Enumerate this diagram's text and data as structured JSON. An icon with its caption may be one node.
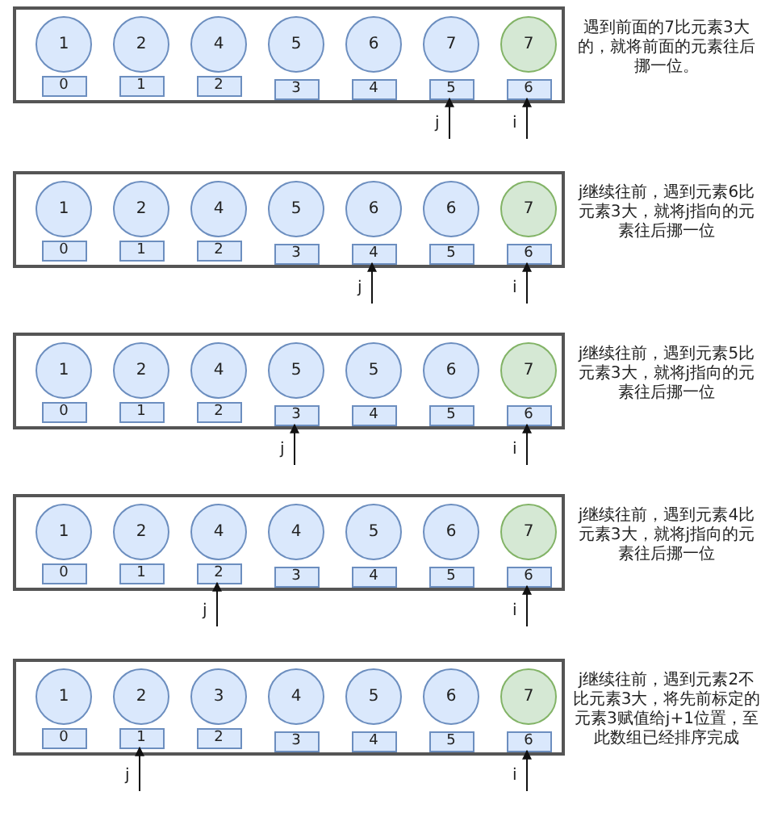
{
  "diagram": {
    "nodes": [
      {
        "text": [],
        "shape": "box",
        "beside": [
          "遇到前面的7比元素3大的，就将前面的元素往后挪一位。"
        ]
      },
      {
        "text": [
          "1"
        ],
        "in": 0
      },
      {
        "text": [
          "2"
        ],
        "in": 0
      },
      {
        "text": [
          "4"
        ],
        "in": 0
      },
      {
        "text": [
          "5"
        ],
        "in": 0
      },
      {
        "text": [
          "6"
        ],
        "in": 0
      },
      {
        "text": [
          "7"
        ],
        "in": 0
      },
      {
        "text": [
          "7"
        ],
        "in": 0
      },
      {
        "text": [
          "0"
        ],
        "in": 0
      },
      {
        "text": [
          "1"
        ],
        "in": 0
      },
      {
        "text": [
          "2"
        ],
        "in": 0
      },
      {
        "text": [
          "3"
        ],
        "in": 0
      },
      {
        "text": [
          "4"
        ],
        "in": 0
      },
      {
        "text": [
          "5"
        ],
        "in": 0
      },
      {
        "text": [
          "6"
        ],
        "in": 0
      },
      {
        "text": [],
        "shape": "box",
        "beside": [
          "j继续往前，遇到元素6比元素3大，就将j指向的元素往后挪一位"
        ]
      },
      {
        "text": [
          "1"
        ],
        "in": 15
      },
      {
        "text": [
          "2"
        ],
        "in": 15
      },
      {
        "text": [
          "4"
        ],
        "in": 15
      },
      {
        "text": [
          "5"
        ],
        "in": 15
      },
      {
        "text": [
          "6"
        ],
        "in": 15
      },
      {
        "text": [
          "6"
        ],
        "in": 15
      },
      {
        "text": [
          "7"
        ],
        "in": 15
      },
      {
        "text": [
          "0"
        ],
        "in": 15
      },
      {
        "text": [
          "1"
        ],
        "in": 15
      },
      {
        "text": [
          "2"
        ],
        "in": 15
      },
      {
        "text": [
          "3"
        ],
        "in": 15
      },
      {
        "text": [
          "4"
        ],
        "in": 15
      },
      {
        "text": [
          "5"
        ],
        "in": 15
      },
      {
        "text": [
          "6"
        ],
        "in": 15
      },
      {
        "text": [],
        "shape": "box",
        "beside": [
          "j继续往前，遇到元素5比元素3大，就将j指向的元素往后挪一位"
        ]
      },
      {
        "text": [
          "1"
        ],
        "in": 30
      },
      {
        "text": [
          "2"
        ],
        "in": 30
      },
      {
        "text": [
          "4"
        ],
        "in": 30
      },
      {
        "text": [
          "5"
        ],
        "in": 30
      },
      {
        "text": [
          "5"
        ],
        "in": 30
      },
      {
        "text": [
          "6"
        ],
        "in": 30
      },
      {
        "text": [
          "7"
        ],
        "in": 30
      },
      {
        "text": [
          "0"
        ],
        "in": 30
      },
      {
        "text": [
          "1"
        ],
        "in": 30
      },
      {
        "text": [
          "2"
        ],
        "in": 30
      },
      {
        "text": [
          "3"
        ],
        "in": 30
      },
      {
        "text": [
          "4"
        ],
        "in": 30
      },
      {
        "text": [
          "5"
        ],
        "in": 30
      },
      {
        "text": [
          "6"
        ],
        "in": 30
      },
      {
        "text": [],
        "shape": "box",
        "beside": [
          "j继续往前，遇到元素4比元素3大，就将j指向的元素往后挪一位"
        ]
      },
      {
        "text": [
          "1"
        ],
        "in": 45
      },
      {
        "text": [
          "2"
        ],
        "in": 45
      },
      {
        "text": [
          "4"
        ],
        "in": 45
      },
      {
        "text": [
          "4"
        ],
        "in": 45
      },
      {
        "text": [
          "5"
        ],
        "in": 45
      },
      {
        "text": [
          "6"
        ],
        "in": 45
      },
      {
        "text": [
          "7"
        ],
        "in": 45
      },
      {
        "text": [
          "0"
        ],
        "in": 45
      },
      {
        "text": [
          "1"
        ],
        "in": 45
      },
      {
        "text": [
          "2"
        ],
        "in": 45
      },
      {
        "text": [
          "3"
        ],
        "in": 45
      },
      {
        "text": [
          "4"
        ],
        "in": 45
      },
      {
        "text": [
          "5"
        ],
        "in": 45
      },
      {
        "text": [
          "6"
        ],
        "in": 45
      },
      {
        "text": [],
        "shape": "box",
        "beside": [
          "j继续往前，遇到元素2不比元素3大，将先前标定的元素3赋值给j+1位置，至此数组已经排序完成"
        ]
      },
      {
        "text": [
          "1"
        ],
        "in": 60
      },
      {
        "text": [
          "2"
        ],
        "in": 60
      },
      {
        "text": [
          "3"
        ],
        "in": 60
      },
      {
        "text": [
          "4"
        ],
        "in": 60
      },
      {
        "text": [
          "5"
        ],
        "in": 60
      },
      {
        "text": [
          "6"
        ],
        "in": 60
      },
      {
        "text": [
          "7"
        ],
        "in": 60
      },
      {
        "text": [
          "0"
        ],
        "in": 60
      },
      {
        "text": [
          "1"
        ],
        "in": 60
      },
      {
        "text": [
          "2"
        ],
        "in": 60
      },
      {
        "text": [
          "3"
        ],
        "in": 60
      },
      {
        "text": [
          "4"
        ],
        "in": 60
      },
      {
        "text": [
          "5"
        ],
        "in": 60
      },
      {
        "text": [
          "6"
        ],
        "in": 60
      }
    ],
    "edges": [
      {
        "from": null,
        "to": 13,
        "arrow": "to",
        "label": "j"
      },
      {
        "from": null,
        "to": 14,
        "arrow": "to",
        "label": "i"
      },
      {
        "from": null,
        "to": 27,
        "arrow": "to",
        "label": "j"
      },
      {
        "from": null,
        "to": 29,
        "arrow": "to",
        "label": "i"
      },
      {
        "from": null,
        "to": 41,
        "arrow": "to",
        "label": "j"
      },
      {
        "from": null,
        "to": 44,
        "arrow": "to",
        "label": "i"
      },
      {
        "from": null,
        "to": 55,
        "arrow": "to",
        "label": "j"
      },
      {
        "from": null,
        "to": 59,
        "arrow": "to",
        "label": "i"
      },
      {
        "from": null,
        "to": 69,
        "arrow": "to",
        "label": "j"
      },
      {
        "from": null,
        "to": 74,
        "arrow": "to",
        "label": "i"
      }
    ]
  }
}
